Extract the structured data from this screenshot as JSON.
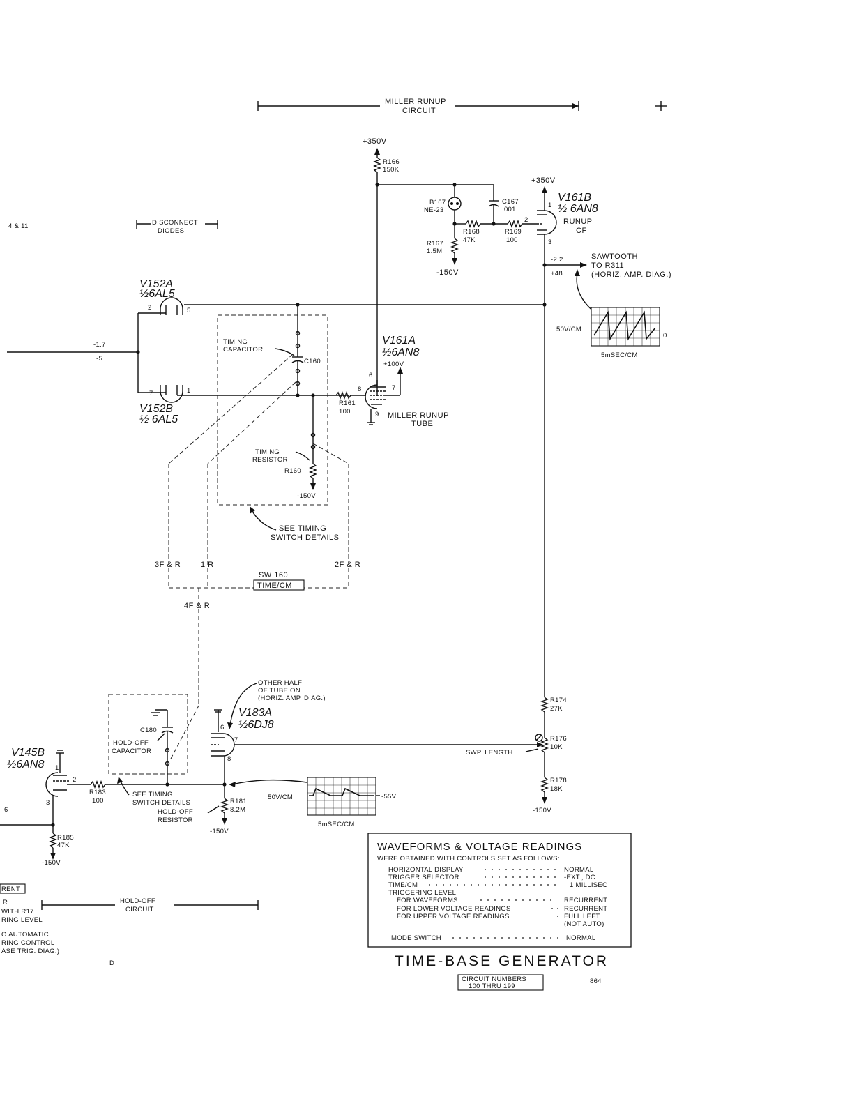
{
  "header": {
    "miller_runup_line1": "MILLER RUNUP",
    "miller_runup_line2": "CIRCUIT"
  },
  "edge_left": {
    "ref": "4 & 11"
  },
  "disconnect": {
    "line1": "DISCONNECT",
    "line2": "DIODES"
  },
  "supplies": {
    "plus350_top": "+350V",
    "plus350_right": "+350V",
    "minus150_neon": "-150V",
    "minus150_timing": "-150V",
    "minus150_r178": "-150V",
    "minus150_r181": "-150V",
    "minus150_r185": "-150V",
    "plus100": "+100V"
  },
  "components": {
    "r166": {
      "ref": "R166",
      "value": "150K"
    },
    "b167": {
      "ref": "B167",
      "value": "NE-23"
    },
    "c167": {
      "ref": "C167",
      "value": ".001"
    },
    "r167": {
      "ref": "R167",
      "value": "1.5M"
    },
    "r168": {
      "ref": "R168",
      "value": "47K"
    },
    "r169": {
      "ref": "R169",
      "value": "100"
    },
    "r161": {
      "ref": "R161",
      "value": "100"
    },
    "c160": {
      "ref": "C160"
    },
    "r160": {
      "ref": "R160"
    },
    "r174": {
      "ref": "R174",
      "value": "27K"
    },
    "r176": {
      "ref": "R176",
      "value": "10K"
    },
    "r178": {
      "ref": "R178",
      "value": "18K"
    },
    "r181": {
      "ref": "R181",
      "value": "8.2M"
    },
    "r183": {
      "ref": "R183",
      "value": "100"
    },
    "r185": {
      "ref": "R185",
      "value": "47K"
    },
    "c180": {
      "ref": "C180"
    }
  },
  "tubes": {
    "v161b": {
      "ref": "V161B",
      "type": "½ 6AN8",
      "role1": "RUNUP",
      "role2": "CF"
    },
    "v161a": {
      "ref": "V161A",
      "type": "½6AN8"
    },
    "v152a": {
      "ref": "V152A",
      "type": "½6AL5"
    },
    "v152b": {
      "ref": "V152B",
      "type": "½ 6AL5"
    },
    "v183a": {
      "ref": "V183A",
      "type": "½6DJ8"
    },
    "v145b": {
      "ref": "V145B",
      "type": "½6AN8"
    }
  },
  "pins": {
    "p1": "1",
    "p2": "2",
    "p3": "3",
    "p5": "5",
    "p6": "6",
    "p7": "7",
    "p8": "8",
    "p9": "9"
  },
  "labels": {
    "sawtooth1": "SAWTOOTH",
    "sawtooth2": "TO R311",
    "sawtooth3": "(HORIZ. AMP. DIAG.)",
    "v_m22": "-2.2",
    "v_p48": "+48",
    "v_m17": "-1.7",
    "v_m5": "-5",
    "timing_cap1": "TIMING",
    "timing_cap2": "CAPACITOR",
    "timing_res1": "TIMING",
    "timing_res2": "RESISTOR",
    "miller_tube1": "MILLER RUNUP",
    "miller_tube2": "TUBE",
    "see_timing1": "SEE TIMING",
    "see_timing2": "SWITCH DETAILS",
    "sw_3fr": "3F & R",
    "sw_1r": "1 R",
    "sw_2fr": "2F & R",
    "sw_4fr": "4F & R",
    "sw160_ref": "SW 160",
    "sw160_name": "TIME/CM",
    "other_half1": "OTHER HALF",
    "other_half2": "OF TUBE ON",
    "other_half3": "(HORIZ. AMP. DIAG.)",
    "swp_length": "SWP. LENGTH",
    "holdoff_cap1": "HOLD-OFF",
    "holdoff_cap2": "CAPACITOR",
    "see_timing3": "SEE TIMING",
    "see_timing4": "SWITCH DETAILS",
    "holdoff_res1": "HOLD-OFF",
    "holdoff_res2": "RESISTOR",
    "holdoff_circuit1": "HOLD-OFF",
    "holdoff_circuit2": "CIRCUIT",
    "minus55": "-55V",
    "edge_recurrent": "RENT",
    "edge_r": "R",
    "edge_with_r17": "WITH R17",
    "edge_ring_level": "RING LEVEL",
    "edge_automatic": "O AUTOMATIC",
    "edge_ring_control": "RING CONTROL",
    "edge_base_trig": "ASE TRIG. DIAG.)",
    "edge_d": "D",
    "edge_pin6": "6",
    "sheet_ref": "864"
  },
  "scope_upper": {
    "vdiv": "50V/CM",
    "tdiv": "5mSEC/CM",
    "zero": "0"
  },
  "scope_lower": {
    "vdiv": "50V/CM",
    "tdiv": "5mSEC/CM"
  },
  "notes": {
    "title": "WAVEFORMS & VOLTAGE READINGS",
    "subtitle": "WERE OBTAINED WITH CONTROLS SET AS FOLLOWS:",
    "rows": [
      {
        "k": "HORIZONTAL DISPLAY",
        "v": "NORMAL"
      },
      {
        "k": "TRIGGER SELECTOR",
        "v": "-EXT., DC"
      },
      {
        "k": "TIME/CM",
        "v": "1 MILLISEC"
      },
      {
        "k": "TRIGGERING LEVEL:",
        "v": ""
      },
      {
        "k": "FOR WAVEFORMS",
        "v": "RECURRENT"
      },
      {
        "k": "FOR LOWER VOLTAGE READINGS",
        "v": "RECURRENT"
      },
      {
        "k": "FOR UPPER VOLTAGE READINGS",
        "v": "FULL LEFT"
      },
      {
        "k": "",
        "v": "(NOT AUTO)"
      },
      {
        "k": "MODE SWITCH",
        "v": "NORMAL"
      }
    ]
  },
  "footer": {
    "title": "TIME-BASE   GENERATOR",
    "circuit1": "CIRCUIT NUMBERS",
    "circuit2": "100 THRU 199"
  }
}
